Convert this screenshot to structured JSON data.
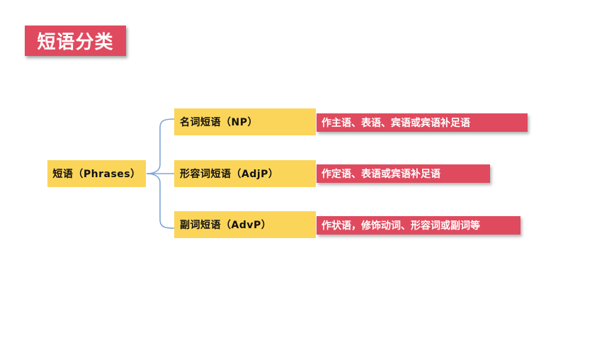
{
  "title": "短语分类",
  "root": {
    "label": "短语（Phrases）"
  },
  "branches": [
    {
      "label": "名词短语（NP）",
      "description": "作主语、表语、宾语或宾语补足语"
    },
    {
      "label": "形容词短语（AdjP）",
      "description": "作定语、表语或宾语补足语"
    },
    {
      "label": "副词短语（AdvP）",
      "description": "作状语，修饰动词、形容词或副词等"
    }
  ],
  "colors": {
    "accent_red": "#e04a5e",
    "accent_yellow": "#fbd55a",
    "connector_blue": "#7ea6d6"
  }
}
